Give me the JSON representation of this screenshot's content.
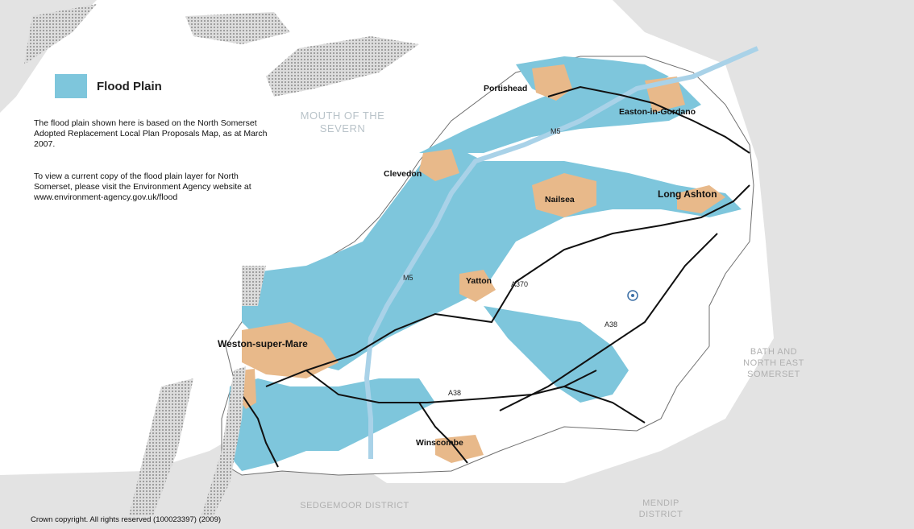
{
  "legend": {
    "label": "Flood Plain",
    "color": "#7ec6dc"
  },
  "notes": {
    "paragraph1": "The flood plain shown here is based on the North Somerset Adopted Replacement Local Plan Proposals Map, as at March 2007.",
    "paragraph2": "To view a current copy of the flood plain layer for North Somerset, please visit the Environment Agency website at www.environment-agency.gov.uk/flood"
  },
  "places": {
    "portishead": "Portishead",
    "easton": "Easton-in-Gordano",
    "clevedon": "Clevedon",
    "nailsea": "Nailsea",
    "long_ashton": "Long Ashton",
    "yatton": "Yatton",
    "weston": "Weston-super-Mare",
    "winscombe": "Winscombe"
  },
  "roads": {
    "m5_north": "M5",
    "m5_south": "M5",
    "a370": "A370",
    "a38": "A38",
    "a38_south": "A38"
  },
  "sea_label": "MOUTH OF THE SEVERN",
  "districts": {
    "bath": "BATH AND NORTH EAST SOMERSET",
    "sedgemoor": "SEDGEMOOR DISTRICT",
    "mendip": "MENDIP DISTRICT"
  },
  "copyright": "Crown copyright. All rights reserved (100023397) (2009)",
  "colors": {
    "flood": "#7ec6dc",
    "urban": "#e8b98a",
    "land_outside": "#e3e3e3",
    "sea": "#ffffff",
    "road": "#111111",
    "motorway": "#a9d2e8",
    "dunes": "#9c9c9c"
  }
}
